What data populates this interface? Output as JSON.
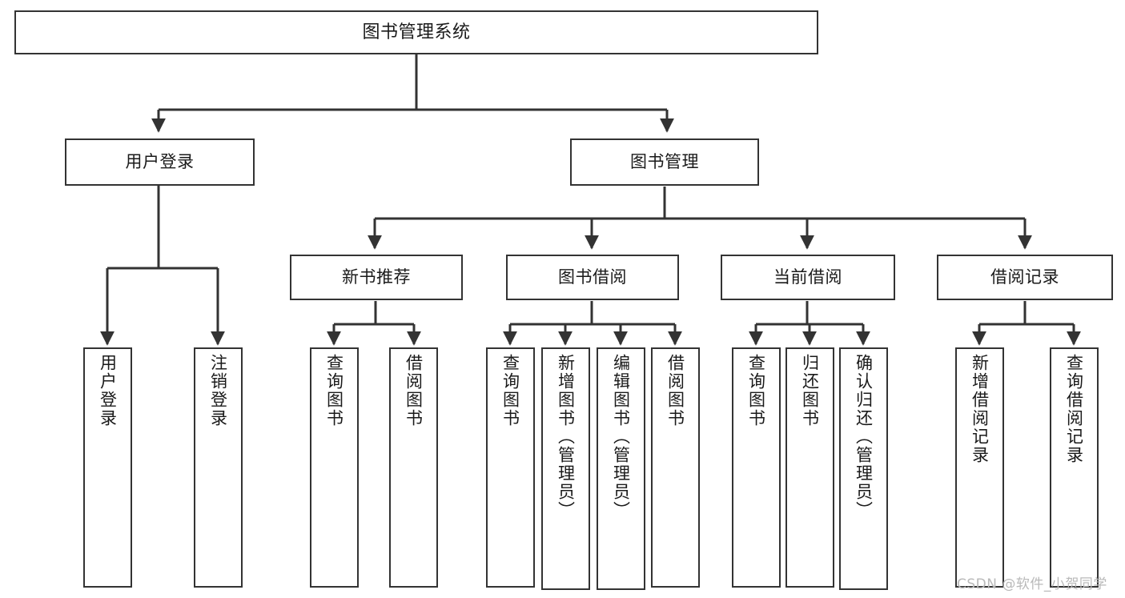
{
  "diagram": {
    "title": "图书管理系统",
    "type": "tree",
    "colors": {
      "background": "#ffffff",
      "node_fill": "#ffffff",
      "node_stroke": "#333333",
      "edge_stroke": "#333333",
      "text": "#1a1a1a",
      "watermark": "#b9b9b9"
    },
    "nodes": {
      "root": {
        "label": "图书管理系统"
      },
      "level2": [
        {
          "id": "user-login",
          "label": "用户登录"
        },
        {
          "id": "book-manage",
          "label": "图书管理"
        }
      ],
      "level3": [
        {
          "id": "new-book-recommend",
          "label": "新书推荐"
        },
        {
          "id": "book-borrow",
          "label": "图书借阅"
        },
        {
          "id": "current-borrow",
          "label": "当前借阅"
        },
        {
          "id": "borrow-record",
          "label": "借阅记录"
        }
      ],
      "leaves": {
        "user-login": [
          {
            "id": "leaf-user-login",
            "label": "用户登录"
          },
          {
            "id": "leaf-logout-login",
            "label": "注销登录"
          }
        ],
        "new-book-recommend": [
          {
            "id": "leaf-query-book-1",
            "label": "查询图书"
          },
          {
            "id": "leaf-borrow-book-1",
            "label": "借阅图书"
          }
        ],
        "book-borrow": [
          {
            "id": "leaf-query-book-2",
            "label": "查询图书"
          },
          {
            "id": "leaf-add-book",
            "label": "新增图书（管理员）"
          },
          {
            "id": "leaf-edit-book",
            "label": "编辑图书（管理员）"
          },
          {
            "id": "leaf-borrow-book-2",
            "label": "借阅图书"
          }
        ],
        "current-borrow": [
          {
            "id": "leaf-query-book-3",
            "label": "查询图书"
          },
          {
            "id": "leaf-return-book",
            "label": "归还图书"
          },
          {
            "id": "leaf-confirm-return",
            "label": "确认归还（管理员）"
          }
        ],
        "borrow-record": [
          {
            "id": "leaf-add-record",
            "label": "新增借阅记录"
          },
          {
            "id": "leaf-query-record",
            "label": "查询借阅记录"
          }
        ]
      }
    },
    "watermark": "CSDN @软件_小贺同学"
  }
}
